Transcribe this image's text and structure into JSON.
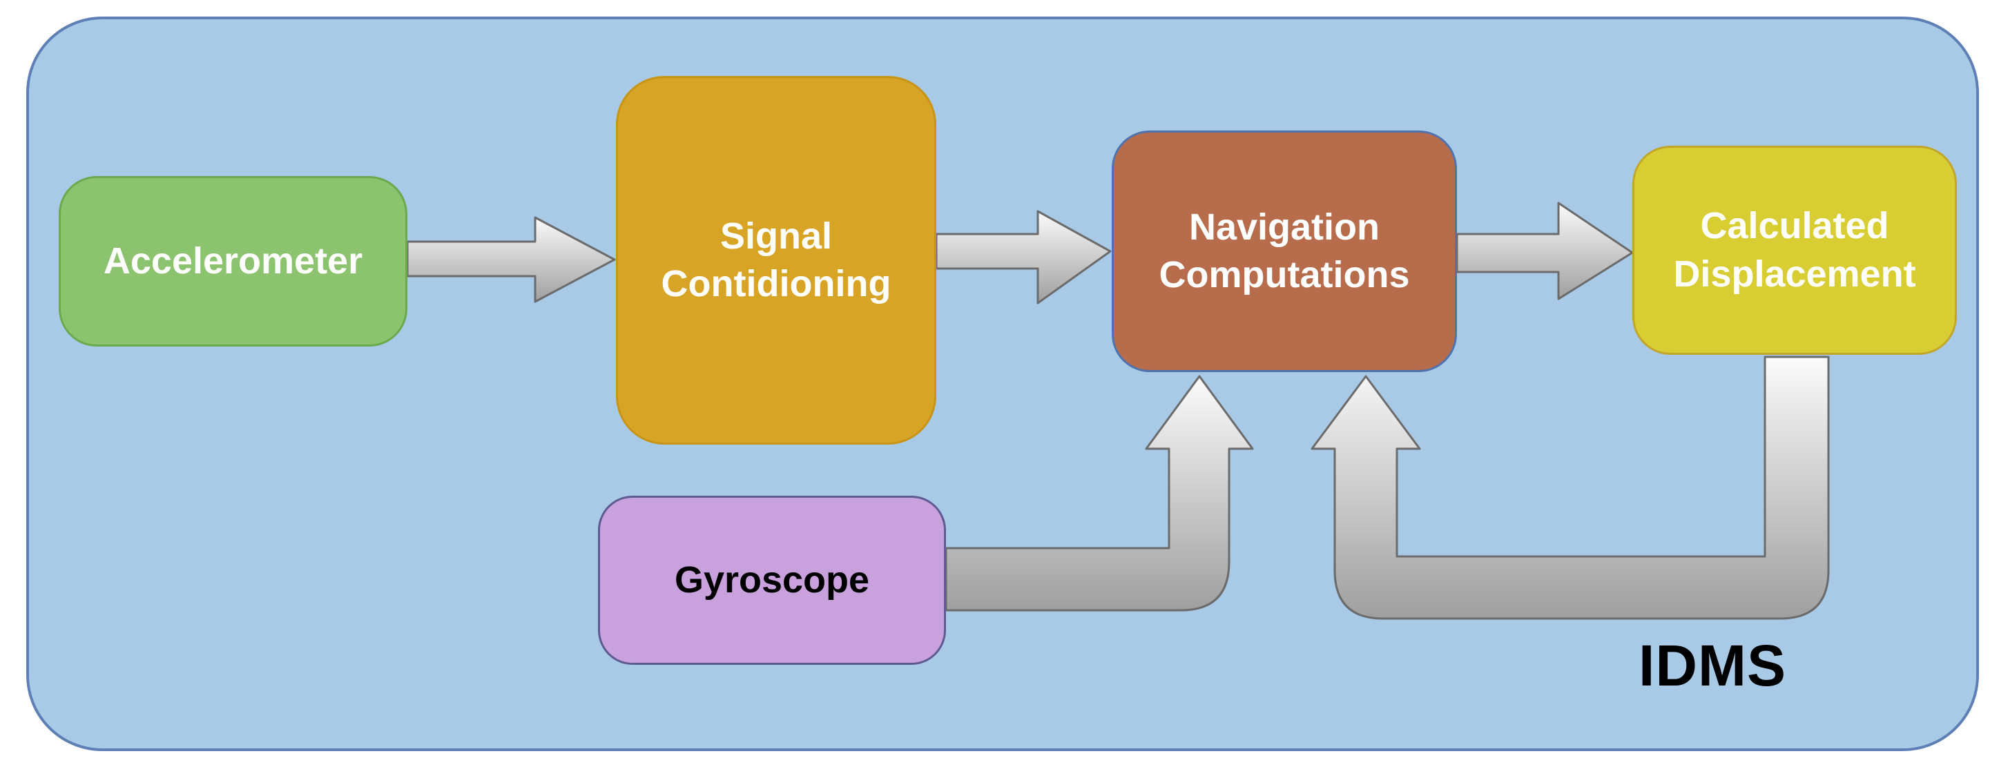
{
  "diagram": {
    "system_label": "IDMS",
    "nodes": [
      {
        "id": "accelerometer",
        "label": "Accelerometer",
        "fill": "#8cc36e",
        "border": "#6ba94f",
        "text_color": "#ffffff"
      },
      {
        "id": "signal-conditioning",
        "label": "Signal Contidioning",
        "fill": "#d8a426",
        "border": "#c79417",
        "text_color": "#ffffff"
      },
      {
        "id": "navigation-computations",
        "label": "Navigation Computations",
        "fill": "#b76c4c",
        "border": "#4e73ae",
        "text_color": "#ffffff"
      },
      {
        "id": "calculated-displacement",
        "label": "Calculated Displacement",
        "fill": "#d8ce33",
        "border": "#c2a62b",
        "text_color": "#ffffff"
      },
      {
        "id": "gyroscope",
        "label": "Gyroscope",
        "fill": "#c9a1dc",
        "border": "#5e5a92",
        "text_color": "#000000"
      }
    ],
    "edges": [
      {
        "from": "Accelerometer",
        "to": "Signal Contidioning",
        "style": "straight-right"
      },
      {
        "from": "Signal Contidioning",
        "to": "Navigation Computations",
        "style": "straight-right"
      },
      {
        "from": "Navigation Computations",
        "to": "Calculated Displacement",
        "style": "straight-right"
      },
      {
        "from": "Gyroscope",
        "to": "Navigation Computations",
        "style": "elbow-up"
      },
      {
        "from": "Calculated Displacement",
        "to": "Navigation Computations",
        "style": "u-turn-feedback"
      }
    ],
    "colors": {
      "canvas": "#ffffff",
      "container_fill": "#a8cae7",
      "container_border": "#5d7fb5",
      "arrow_gradient_top": "#fbfbfb",
      "arrow_gradient_bottom": "#9f9f9f",
      "arrow_outline": "#6b6b6b"
    }
  }
}
